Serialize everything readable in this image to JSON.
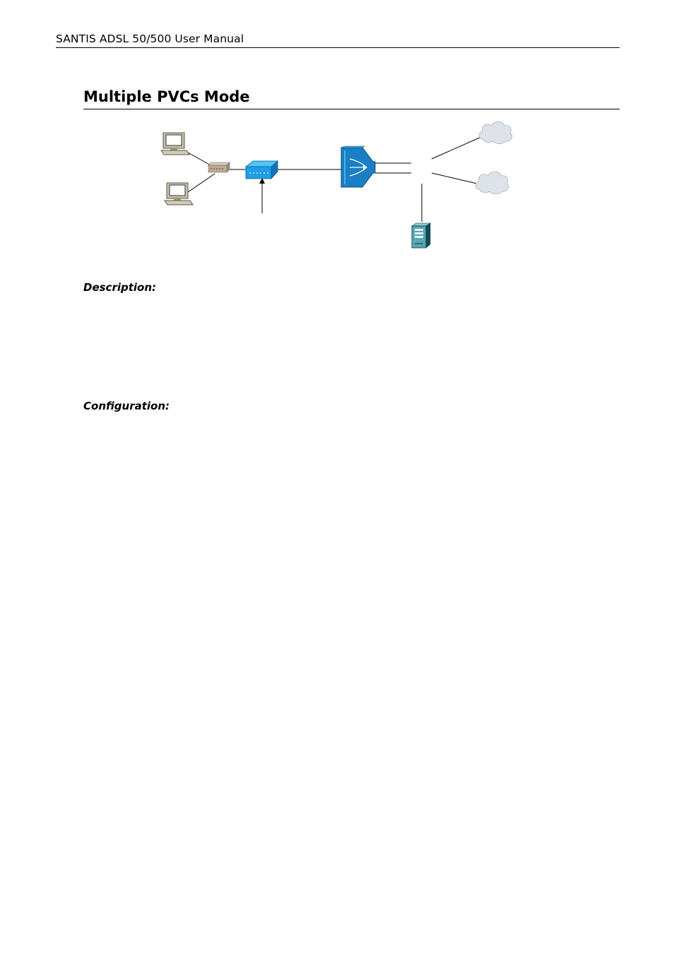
{
  "header": {
    "manual_title": "SANTIS ADSL 50/500 User Manual"
  },
  "section": {
    "title": "Multiple PVCs Mode",
    "description_heading": "Description:",
    "configuration_heading": "Configuration:"
  },
  "diagram": {
    "icons": [
      "pc-icon",
      "pc-icon",
      "hub-icon",
      "adsl-modem-icon",
      "dslam-icon",
      "cloud-icon",
      "cloud-icon",
      "server-icon"
    ],
    "colors": {
      "line": "#000000",
      "pc": "#c8c3a6",
      "hub": "#b8ad95",
      "modem": "#1e9fe6",
      "dslam": "#1a7fc4",
      "cloud": "#dde3e8",
      "server": "#5aa6b3"
    }
  }
}
